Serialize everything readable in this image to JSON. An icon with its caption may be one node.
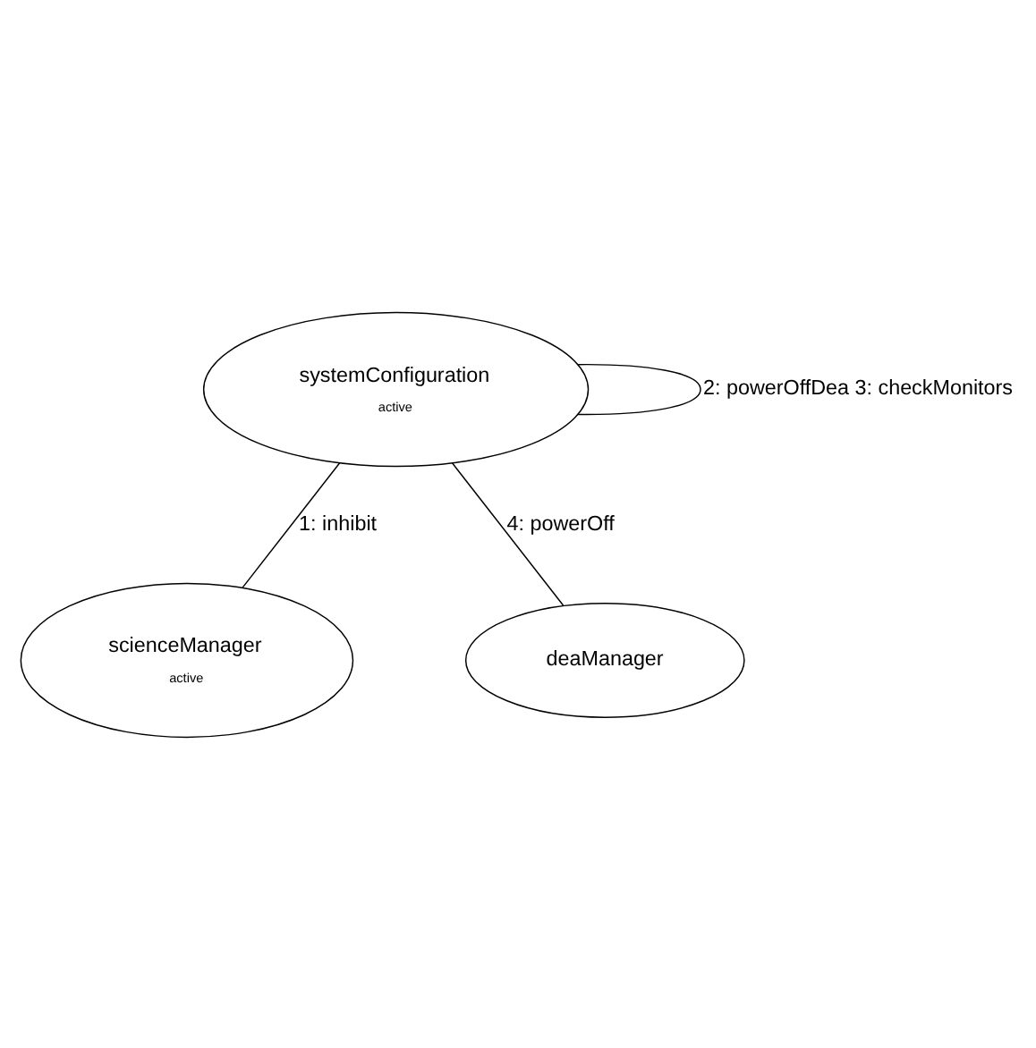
{
  "diagram": {
    "nodes": [
      {
        "text": [
          "systemConfiguration",
          "active"
        ]
      },
      {
        "text": [
          "scienceManager",
          "active"
        ]
      },
      {
        "text": [
          "deaManager"
        ]
      }
    ],
    "edges": [
      {
        "from": 0,
        "to": 0,
        "arrow": "none",
        "label": "2: powerOffDea 3: checkMonitors"
      },
      {
        "from": 0,
        "to": 1,
        "arrow": "none",
        "label": "1: inhibit"
      },
      {
        "from": 0,
        "to": 2,
        "arrow": "none",
        "label": "4: powerOff"
      }
    ]
  }
}
